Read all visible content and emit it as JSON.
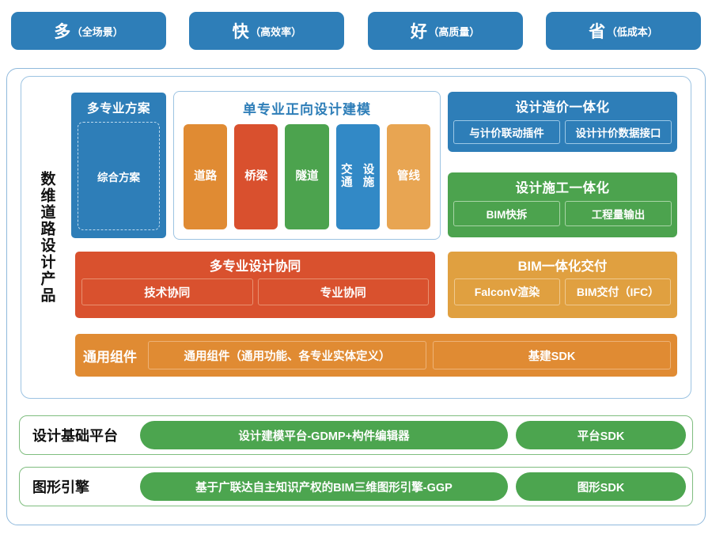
{
  "slogans": [
    {
      "big": "多",
      "sub": "（全场景）"
    },
    {
      "big": "快",
      "sub": "（高效率）"
    },
    {
      "big": "好",
      "sub": "（高质量）"
    },
    {
      "big": "省",
      "sub": "（低成本）"
    }
  ],
  "product": {
    "vertical_label": "数维道路设计产品"
  },
  "multi_scheme": {
    "title": "多专业方案",
    "dashed_item": "综合方案"
  },
  "single_modeling": {
    "title": "单专业正向设计建模",
    "chips": [
      {
        "label": "道路",
        "color": "#E08B33"
      },
      {
        "label": "桥梁",
        "color": "#D9502E"
      },
      {
        "label": "隧道",
        "color": "#4CA34E"
      },
      {
        "label": "交通\n设施",
        "color": "#3289C6"
      },
      {
        "label": "管线",
        "color": "#E8A552"
      }
    ]
  },
  "cost_integration": {
    "title": "设计造价一体化",
    "items": [
      "与计价联动插件",
      "设计计价数据接口"
    ],
    "color": "#2E7EB8"
  },
  "construction_integration": {
    "title": "设计施工一体化",
    "items": [
      "BIM快拆",
      "工程量输出"
    ],
    "color": "#4CA34E"
  },
  "collaboration": {
    "title": "多专业设计协同",
    "items": [
      "技术协同",
      "专业协同"
    ],
    "color": "#D9512E"
  },
  "bim_delivery": {
    "title": "BIM一体化交付",
    "items": [
      "FalconV渲染",
      "BIM交付（IFC）"
    ],
    "color": "#E0A040"
  },
  "common_components": {
    "label": "通用组件",
    "items": [
      "通用组件（通用功能、各专业实体定义）",
      "基建SDK"
    ],
    "color": "#E08B33"
  },
  "platform_rows": [
    {
      "label": "设计基础平台",
      "main": "设计建模平台-GDMP+构件编辑器",
      "sdk": "平台SDK"
    },
    {
      "label": "图形引擎",
      "main": "基于广联达自主知识产权的BIM三维图形引擎-GGP",
      "sdk": "图形SDK"
    }
  ],
  "theme": {
    "blue": "#2E7EB8",
    "green": "#4CA54F",
    "orange": "#E08B33",
    "red": "#D9512E",
    "amber": "#E0A040",
    "frame_blue": "#8FB9DC",
    "frame_green": "#7FBD7F"
  }
}
